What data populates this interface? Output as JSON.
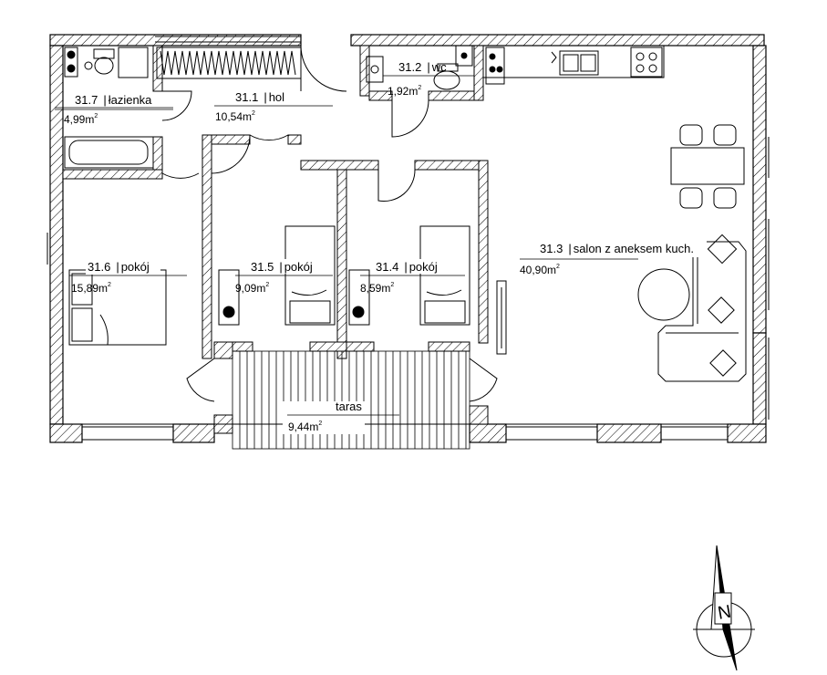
{
  "rooms": [
    {
      "key": "lazienka",
      "number": "31.7",
      "name": "łazienka",
      "area": "4,99"
    },
    {
      "key": "hol",
      "number": "31.1",
      "name": "hol",
      "area": "10,54"
    },
    {
      "key": "wc",
      "number": "31.2",
      "name": "wc",
      "area": "1,92"
    },
    {
      "key": "salon",
      "number": "31.3",
      "name": "salon z aneksem kuch.",
      "area": "40,90"
    },
    {
      "key": "pokoj6",
      "number": "31.6",
      "name": "pokój",
      "area": "15,89"
    },
    {
      "key": "pokoj5",
      "number": "31.5",
      "name": "pokój",
      "area": "9,09"
    },
    {
      "key": "pokoj4",
      "number": "31.4",
      "name": "pokój",
      "area": "8,59"
    },
    {
      "key": "taras",
      "number": "",
      "name": "taras",
      "area": "9,44"
    }
  ],
  "unit": "m",
  "unit_exponent": "2",
  "compass": {
    "label": "N",
    "icon": "north-arrow-icon"
  }
}
